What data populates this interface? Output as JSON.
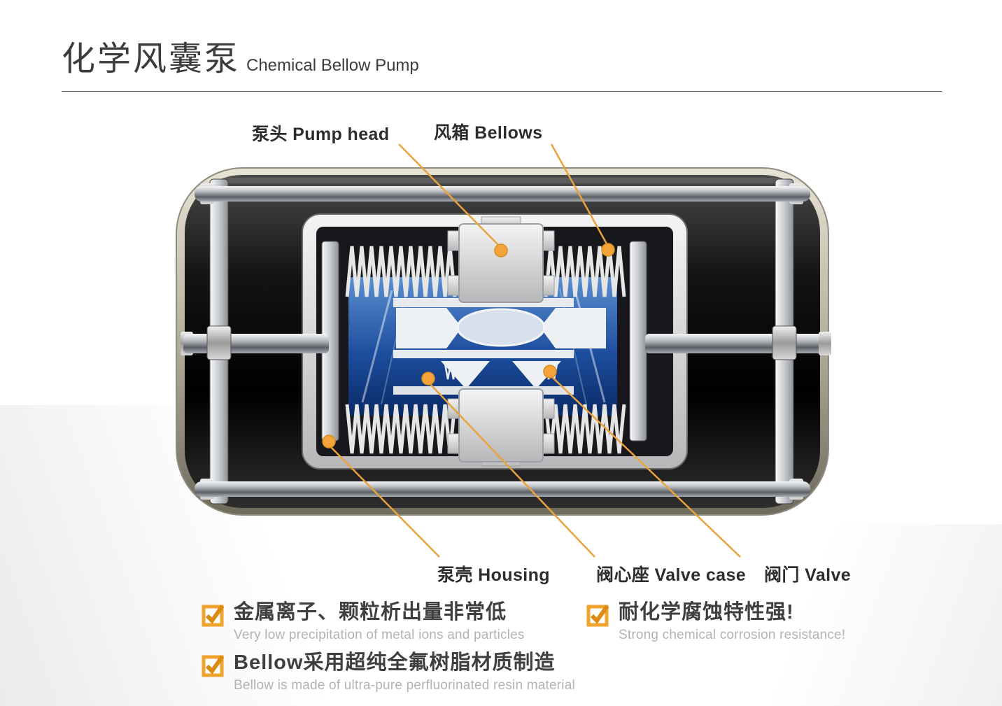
{
  "header": {
    "title_zh": "化学风囊泵",
    "title_en": "Chemical Bellow Pump"
  },
  "callouts": {
    "pump_head": "泵头 Pump head",
    "bellows": "风箱 Bellows",
    "housing": "泵壳 Housing",
    "valve_case": "阀心座 Valve case",
    "valve": "阀门 Valve"
  },
  "features": [
    {
      "zh": "金属离子、颗粒析出量非常低",
      "en": "Very low precipitation of metal ions and particles"
    },
    {
      "zh": "耐化学腐蚀特性强!",
      "en": "Strong chemical corrosion resistance!"
    },
    {
      "zh": "Bellow采用超纯全氟树脂材质制造",
      "en": "Bellow is made of ultra-pure perfluorinated resin material"
    }
  ],
  "colors": {
    "accent_orange": "#F0A32E",
    "leader_line": "#E8A33D",
    "check_stroke": "#DD8C12",
    "chamber_blue": "#1d4e9e",
    "body_dark": "#0d0d0d"
  }
}
